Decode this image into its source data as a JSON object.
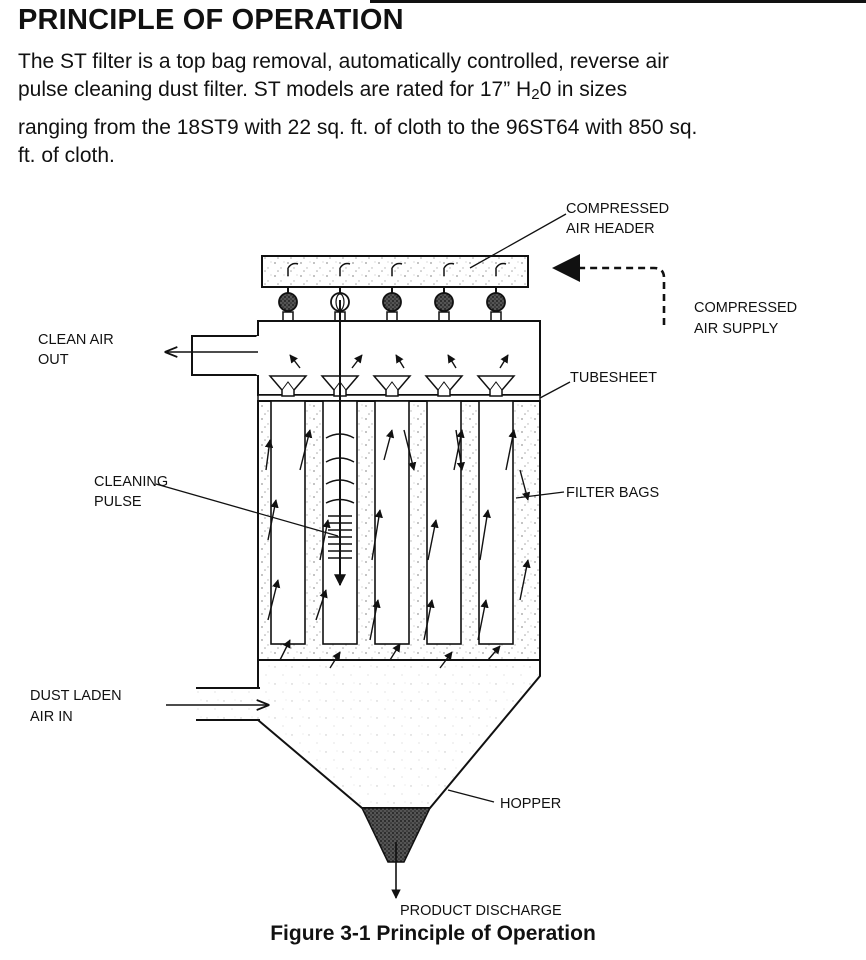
{
  "section": {
    "title": "PRINCIPLE OF OPERATION",
    "paragraph": {
      "line1": "The ST filter is a top bag removal, automatically controlled, reverse air",
      "line2_before": "pulse cleaning dust filter.  ST models are rated for 17” H",
      "line2_sub": "2",
      "line2_after": "0 in sizes",
      "line3": "ranging from the 18ST9 with 22 sq. ft. of cloth to the 96ST64 with 850 sq.",
      "line4": "ft. of cloth."
    }
  },
  "figure": {
    "labels": {
      "compressed_air_header_1": "COMPRESSED",
      "compressed_air_header_2": "AIR HEADER",
      "compressed_air_supply_1": "COMPRESSED",
      "compressed_air_supply_2": "AIR SUPPLY",
      "clean_air_out_1": "CLEAN AIR",
      "clean_air_out_2": "OUT",
      "tubesheet": "TUBESHEET",
      "cleaning_pulse_1": "CLEANING",
      "cleaning_pulse_2": "PULSE",
      "filter_bags": "FILTER BAGS",
      "dust_laden_air_in_1": "DUST LADEN",
      "dust_laden_air_in_2": "AIR IN",
      "hopper": "HOPPER",
      "product_discharge": "PRODUCT DISCHARGE"
    },
    "caption": "Figure 3-1 Principle of Operation"
  },
  "colors": {
    "ink": "#111111",
    "paper": "#ffffff",
    "stipple": "#b5b5b5"
  }
}
